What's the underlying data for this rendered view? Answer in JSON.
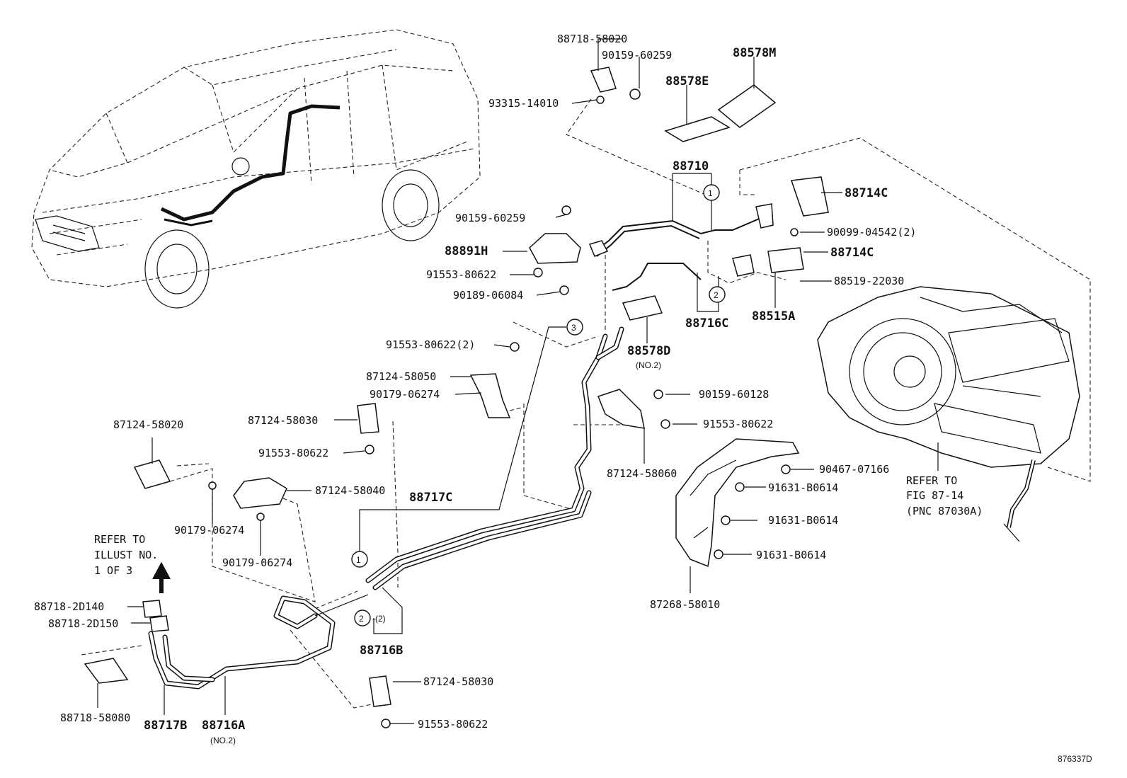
{
  "labels": {
    "p88718_58020": "88718-58020",
    "p90159_60259_a": "90159-60259",
    "p88578M": "88578M",
    "p88578E": "88578E",
    "p93315_14010": "93315-14010",
    "p88710": "88710",
    "p88714C_a": "88714C",
    "p90099_04542": "90099-04542(2)",
    "p88714C_b": "88714C",
    "p88519_22030": "88519-22030",
    "p88515A": "88515A",
    "p88716C": "88716C",
    "p90159_60259_b": "90159-60259",
    "p88891H": "88891H",
    "p91553_80622_a": "91553-80622",
    "p90189_06084": "90189-06084",
    "p91553_80622_2": "91553-80622(2)",
    "p88578D": "88578D",
    "p88578D_sub": "(NO.2)",
    "p87124_58050": "87124-58050",
    "p90179_06274_a": "90179-06274",
    "p87124_58030_a": "87124-58030",
    "p91553_80622_b": "91553-80622",
    "p87124_58020": "87124-58020",
    "p87124_58040": "87124-58040",
    "p88717C": "88717C",
    "p90179_06274_b": "90179-06274",
    "p90179_06274_c": "90179-06274",
    "p90159_60128": "90159-60128",
    "p91553_80622_c": "91553-80622",
    "p87124_58060": "87124-58060",
    "p90467_07166": "90467-07166",
    "p91631_B0614_a": "91631-B0614",
    "p91631_B0614_b": "91631-B0614",
    "p91631_B0614_c": "91631-B0614",
    "p87268_58010": "87268-58010",
    "p88718_2D140": "88718-2D140",
    "p88718_2D150": "88718-2D150",
    "p88718_58080": "88718-58080",
    "p88717B": "88717B",
    "p88716A": "88716A",
    "p88716A_sub": "(NO.2)",
    "p88716B": "88716B",
    "p87124_58030_b": "87124-58030",
    "p91553_80622_d": "91553-80622",
    "qty2": "-(2)",
    "figure_code": "876337D"
  },
  "notes": {
    "refer_left": [
      "REFER TO",
      "ILLUST NO.",
      "1 OF 3"
    ],
    "refer_right": [
      "REFER TO",
      "FIG 87-14",
      "(PNC 87030A)"
    ]
  },
  "callouts": {
    "c1": "1",
    "c2": "2",
    "c3": "3"
  }
}
